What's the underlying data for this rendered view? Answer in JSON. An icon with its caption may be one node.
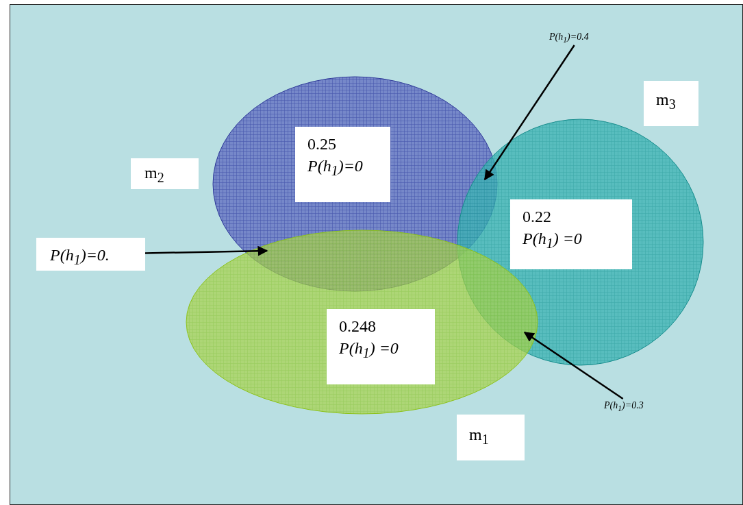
{
  "diagram": {
    "nodes": [
      {
        "text": [
          "m$_{2}$"
        ]
      },
      {
        "text": [
          "m$_{3}$"
        ]
      },
      {
        "text": [
          "m$_{1}$"
        ]
      },
      {
        "text": [],
        "shape": "ellipse"
      },
      {
        "text": [],
        "shape": "circle"
      },
      {
        "text": [],
        "shape": "ellipse"
      },
      {
        "text": [
          "0.25",
          "P(h$_{1}$)=0"
        ],
        "in": 3
      },
      {
        "text": [
          "0.22",
          "P(h$_{1}$) =0"
        ],
        "in": 4
      },
      {
        "text": [
          "0.248",
          "P(h$_{1}$) =0"
        ],
        "in": 5
      },
      {
        "text": [
          "P(h$_{1}$)=0."
        ]
      },
      {
        "text": [
          "P(h$_{1}$)=0.4"
        ]
      },
      {
        "text": [
          "P(h$_{1}$)=0.3"
        ]
      }
    ],
    "edges": [
      {
        "from": 9,
        "to": 5,
        "arrow": "to"
      },
      {
        "from": 10,
        "to": 3,
        "arrow": "to"
      },
      {
        "from": 11,
        "to": 5,
        "arrow": "to"
      }
    ]
  }
}
